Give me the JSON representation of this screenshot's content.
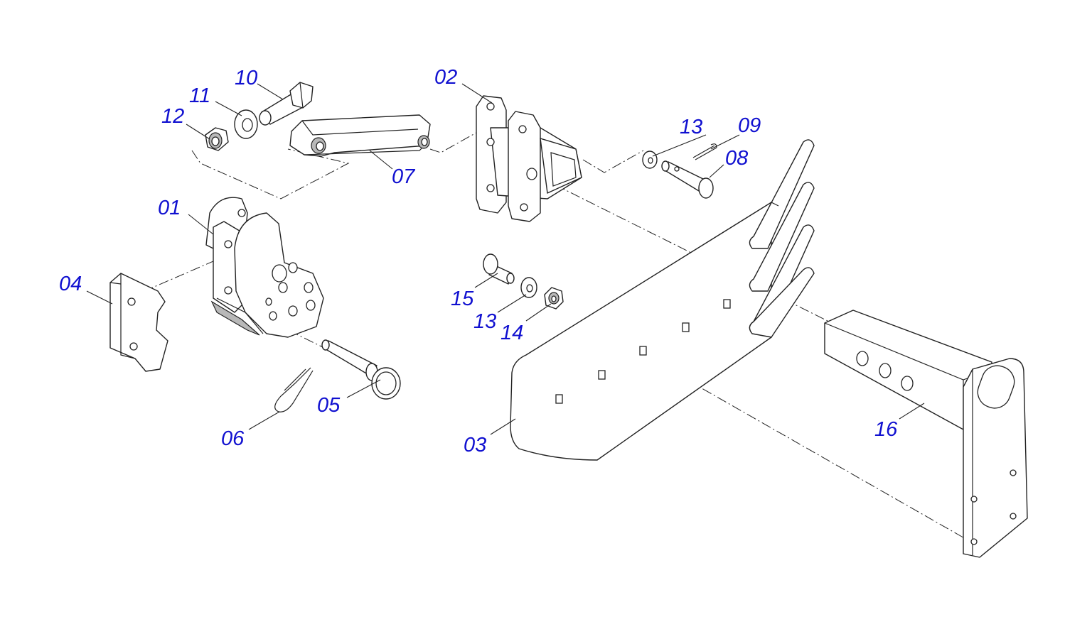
{
  "diagram": {
    "labels": {
      "p01": "01",
      "p02": "02",
      "p03": "03",
      "p04": "04",
      "p05": "05",
      "p06": "06",
      "p07": "07",
      "p08": "08",
      "p09": "09",
      "p10": "10",
      "p11": "11",
      "p12": "12",
      "p13a": "13",
      "p13b": "13",
      "p14": "14",
      "p15": "15",
      "p16": "16"
    },
    "colors": {
      "label": "#1010d0",
      "line": "#222222",
      "background": "#ffffff"
    }
  }
}
